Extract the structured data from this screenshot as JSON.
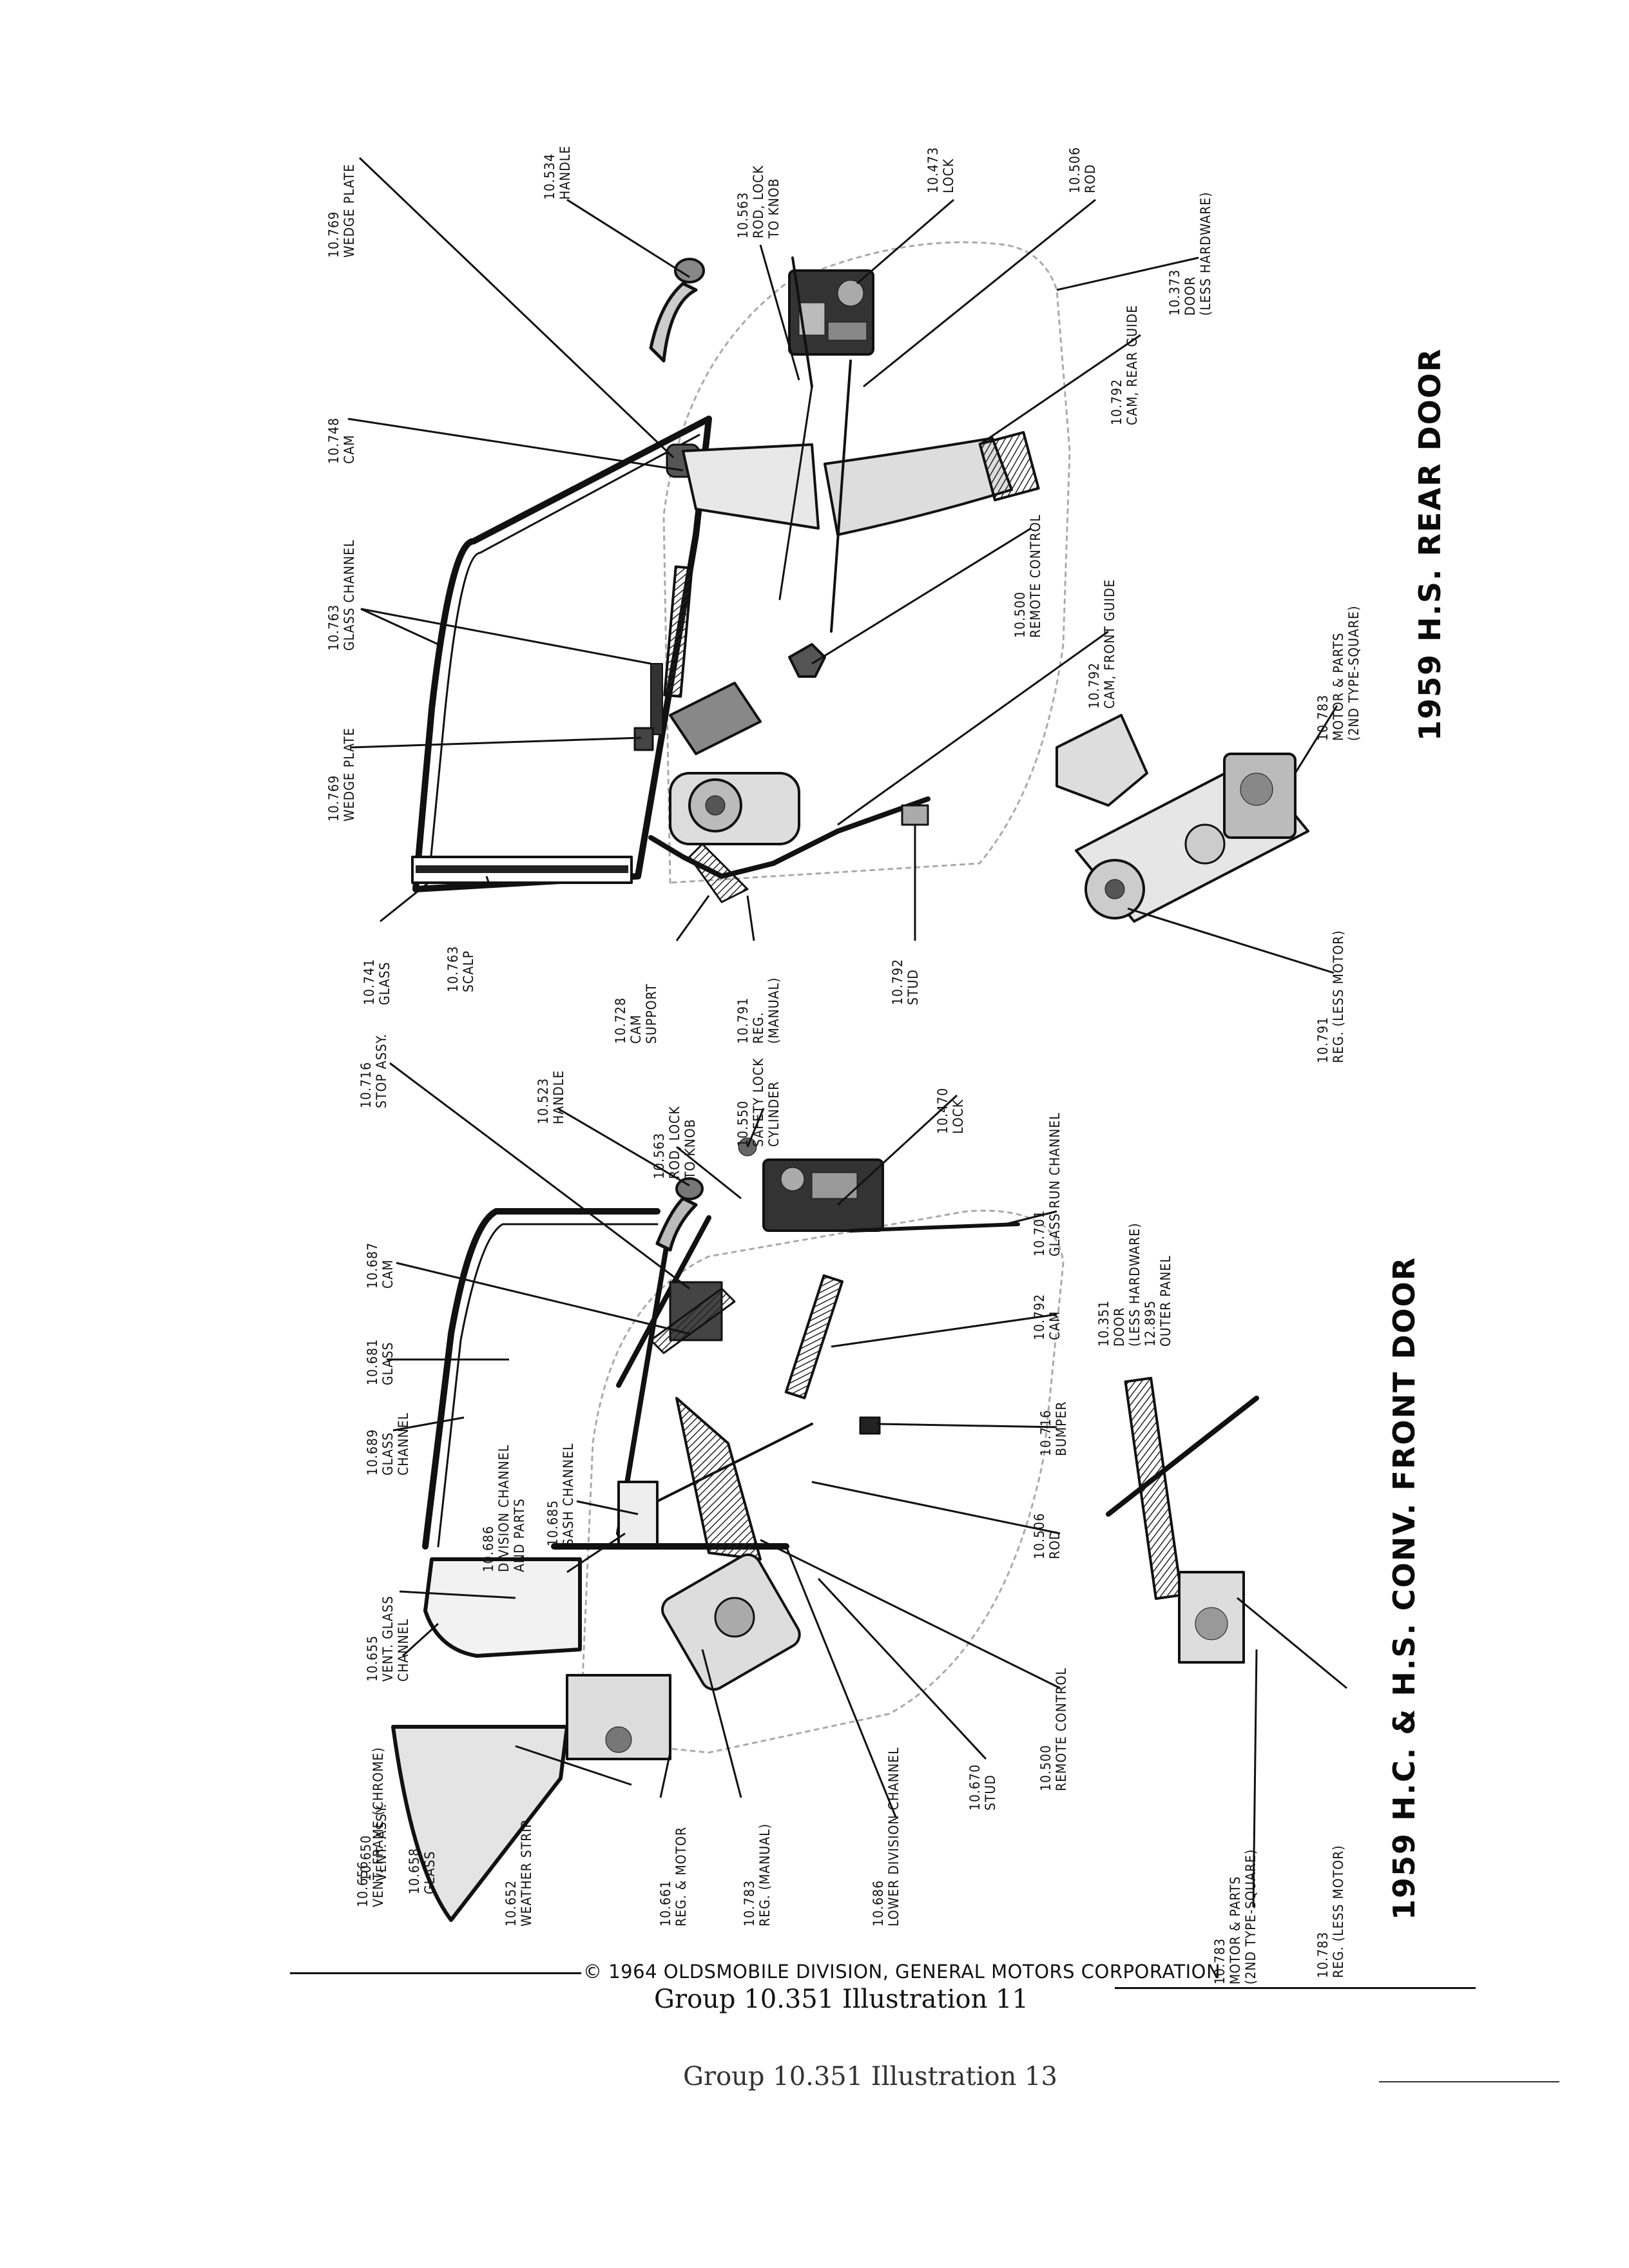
{
  "rear_door": {
    "title": "1959 H.S. REAR DOOR",
    "labels": [
      {
        "key": "wedge_plate_top",
        "lines": [
          "10.769",
          "WEDGE PLATE"
        ]
      },
      {
        "key": "handle",
        "lines": [
          "10.534",
          "HANDLE"
        ]
      },
      {
        "key": "rod_lock",
        "lines": [
          "10.563",
          "ROD, LOCK",
          "TO KNOB"
        ]
      },
      {
        "key": "lock",
        "lines": [
          "10.473",
          "LOCK"
        ]
      },
      {
        "key": "rod",
        "lines": [
          "10.506",
          "ROD"
        ]
      },
      {
        "key": "door",
        "lines": [
          "10.373",
          "DOOR",
          "(LESS HARDWARE)"
        ]
      },
      {
        "key": "cam_rear_guide",
        "lines": [
          "10.792",
          "CAM, REAR GUIDE"
        ]
      },
      {
        "key": "cam",
        "lines": [
          "10.748",
          "CAM"
        ]
      },
      {
        "key": "glass_channel",
        "lines": [
          "10.763",
          "GLASS CHANNEL"
        ]
      },
      {
        "key": "wedge_plate",
        "lines": [
          "10.769",
          "WEDGE PLATE"
        ]
      },
      {
        "key": "remote_control",
        "lines": [
          "10.500",
          "REMOTE CONTROL"
        ]
      },
      {
        "key": "cam_front_guide",
        "lines": [
          "10.792",
          "CAM, FRONT GUIDE"
        ]
      },
      {
        "key": "motor",
        "lines": [
          "10.783",
          "MOTOR & PARTS",
          "(2ND TYPE-SQUARE)"
        ]
      },
      {
        "key": "glass",
        "lines": [
          "10.741",
          "GLASS"
        ]
      },
      {
        "key": "scalp",
        "lines": [
          "10.763",
          "SCALP"
        ]
      },
      {
        "key": "cam_support",
        "lines": [
          "10.728",
          "CAM",
          "SUPPORT"
        ]
      },
      {
        "key": "reg_manual",
        "lines": [
          "10.791",
          "REG.",
          "(MANUAL)"
        ]
      },
      {
        "key": "stud",
        "lines": [
          "10.792",
          "STUD"
        ]
      },
      {
        "key": "reg_less_motor",
        "lines": [
          "10.791",
          "REG. (LESS MOTOR)"
        ]
      }
    ]
  },
  "front_door": {
    "title": "1959 H.C. & H.S. CONV. FRONT DOOR",
    "labels": [
      {
        "key": "stop_assy",
        "lines": [
          "10.716",
          "STOP ASSY."
        ]
      },
      {
        "key": "handle",
        "lines": [
          "10.523",
          "HANDLE"
        ]
      },
      {
        "key": "rod_lock",
        "lines": [
          "10.563",
          "ROD, LOCK",
          "TO KNOB"
        ]
      },
      {
        "key": "safety_lock",
        "lines": [
          "10.550",
          "SAFETY LOCK",
          "CYLINDER"
        ]
      },
      {
        "key": "lock",
        "lines": [
          "10.470",
          "LOCK"
        ]
      },
      {
        "key": "glass_run",
        "lines": [
          "10.701",
          "GLASS RUN CHANNEL"
        ]
      },
      {
        "key": "door",
        "lines": [
          "10.351",
          "DOOR",
          "(LESS HARDWARE)",
          "12.895",
          "OUTER PANEL"
        ]
      },
      {
        "key": "cam",
        "lines": [
          "10.687",
          "CAM"
        ]
      },
      {
        "key": "glass",
        "lines": [
          "10.681",
          "GLASS"
        ]
      },
      {
        "key": "glass_channel",
        "lines": [
          "10.689",
          "GLASS",
          "CHANNEL"
        ]
      },
      {
        "key": "division_channel",
        "lines": [
          "10.686",
          "DIVISION CHANNEL",
          "AND PARTS"
        ]
      },
      {
        "key": "sash_channel",
        "lines": [
          "10.685",
          "SASH CHANNEL"
        ]
      },
      {
        "key": "vent_glass_channel",
        "lines": [
          "10.655",
          "VENT. GLASS",
          "CHANNEL"
        ]
      },
      {
        "key": "vent_frame",
        "lines": [
          "10.656",
          "VENT. FRAME (CHROME)"
        ]
      },
      {
        "key": "vent_assy",
        "lines": [
          "10.650",
          "VENT. ASSY."
        ]
      },
      {
        "key": "vent_glass",
        "lines": [
          "10.658",
          "GLASS"
        ]
      },
      {
        "key": "weather_strip",
        "lines": [
          "10.652",
          "WEATHER STRIP"
        ]
      },
      {
        "key": "reg_motor",
        "lines": [
          "10.661",
          "REG. & MOTOR"
        ]
      },
      {
        "key": "reg_manual",
        "lines": [
          "10.783",
          "REG. (MANUAL)"
        ]
      },
      {
        "key": "lower_division",
        "lines": [
          "10.686",
          "LOWER DIVISION CHANNEL"
        ]
      },
      {
        "key": "stud",
        "lines": [
          "10.670",
          "STUD"
        ]
      },
      {
        "key": "remote_control",
        "lines": [
          "10.500",
          "REMOTE CONTROL"
        ]
      },
      {
        "key": "cam_792",
        "lines": [
          "10.792",
          "CAM"
        ]
      },
      {
        "key": "bumper",
        "lines": [
          "10.716",
          "BUMPER"
        ]
      },
      {
        "key": "rod",
        "lines": [
          "10.506",
          "ROD"
        ]
      },
      {
        "key": "motor",
        "lines": [
          "10.783",
          "MOTOR & PARTS",
          "(2ND TYPE-SQUARE)"
        ]
      },
      {
        "key": "reg_less_motor",
        "lines": [
          "10.783",
          "REG. (LESS MOTOR)"
        ]
      }
    ]
  },
  "footer": {
    "copyright": "© 1964 OLDSMOBILE DIVISION, GENERAL MOTORS CORPORATION",
    "caption": "Group 10.351  Illustration 11",
    "caption_secondary": "Group 10.351  Illustration 13"
  }
}
